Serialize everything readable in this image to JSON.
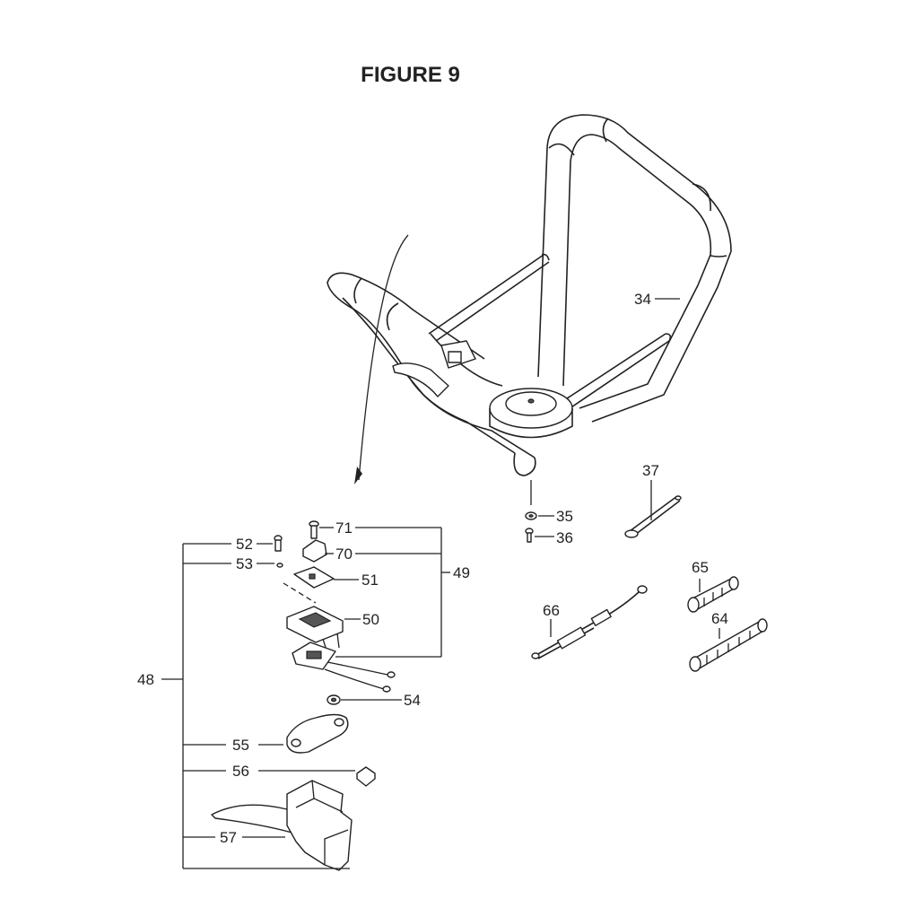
{
  "figure": {
    "title": "FIGURE 9"
  },
  "callouts": {
    "c34": "34",
    "c35": "35",
    "c36": "36",
    "c37": "37",
    "c48": "48",
    "c49": "49",
    "c50": "50",
    "c51": "51",
    "c52": "52",
    "c53": "53",
    "c54": "54",
    "c55": "55",
    "c56": "56",
    "c57": "57",
    "c64": "64",
    "c65": "65",
    "c66": "66",
    "c70": "70",
    "c71": "71"
  }
}
